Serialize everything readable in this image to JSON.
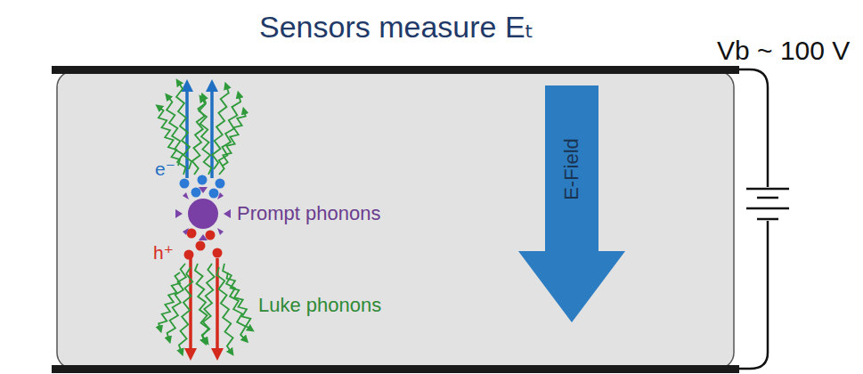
{
  "diagram": {
    "title": "Sensors measure Eₜ",
    "labels": [
      "e⁻",
      "Prompt phonons",
      "h⁺",
      "Luke phonons",
      "E-Field",
      "Vb ~ 100 V"
    ]
  }
}
